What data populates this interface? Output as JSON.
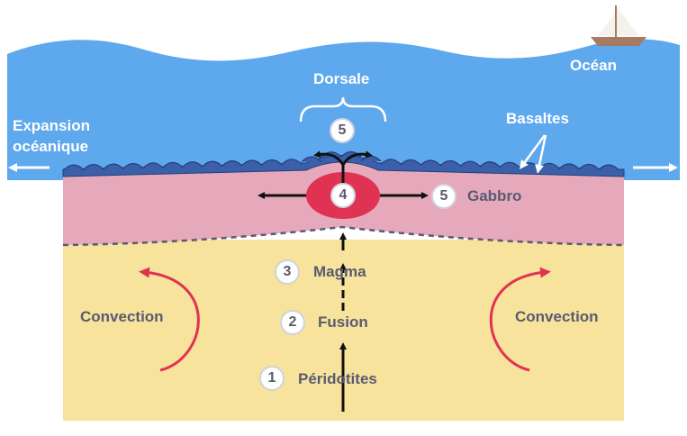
{
  "labels": {
    "ocean": "Océan",
    "ridge": "Dorsale",
    "spreading_line1": "Expansion",
    "spreading_line2": "océanique",
    "basalts": "Basaltes",
    "gabbro": "Gabbro",
    "magma": "Magma",
    "melting": "Fusion",
    "peridotites": "Péridotites",
    "convection_left": "Convection",
    "convection_right": "Convection"
  },
  "steps": {
    "peridotites": "1",
    "melting": "2",
    "magma": "3",
    "chamber": "4",
    "ridge": "5",
    "gabbro": "5"
  },
  "colors": {
    "ocean": "#5ea8ee",
    "crust_basalt": "#3b5fa8",
    "gabbro_layer": "#e6a9bc",
    "mantle": "#f7e39c",
    "magma_chamber": "#e03353",
    "convection_arrow": "#e03353",
    "boat_hull": "#a67b64",
    "boat_sail": "#f5f2ee"
  }
}
